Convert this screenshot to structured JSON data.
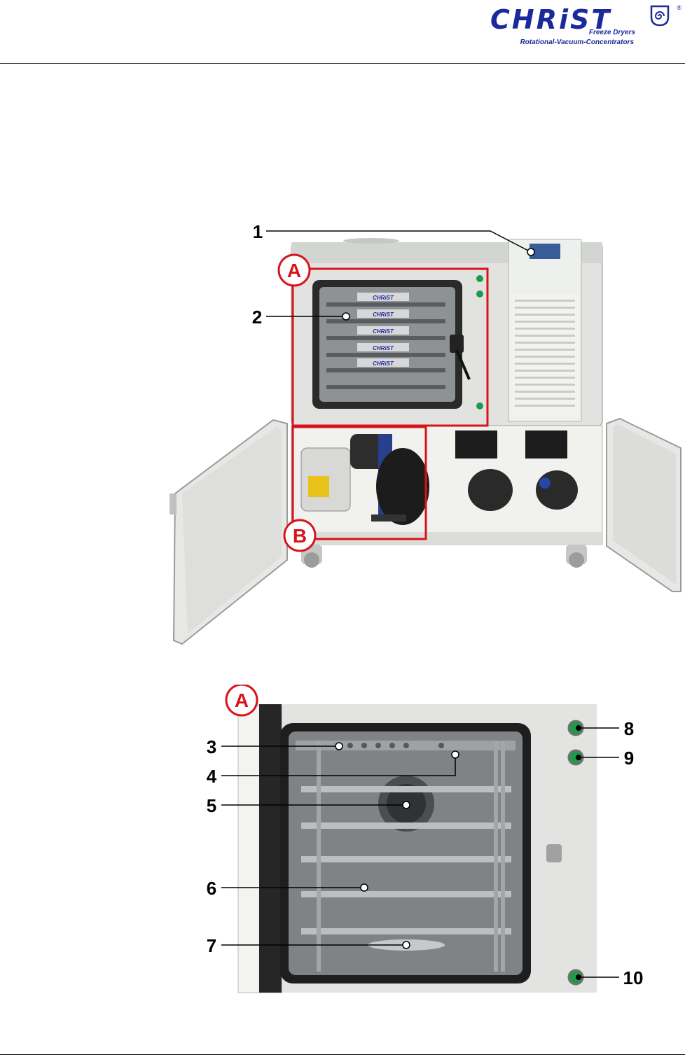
{
  "brand": {
    "name": "CHRiST",
    "tagline_1": "Freeze Dryers",
    "tagline_2": "Rotational-Vacuum-Concentrators",
    "registered": "®"
  },
  "figure_overview": {
    "callouts": [
      "1",
      "2"
    ],
    "section_labels": [
      "A",
      "B"
    ],
    "shelf_branding": "CHRiST"
  },
  "figure_chamber": {
    "section_label": "A",
    "callouts_left": [
      "3",
      "4",
      "5",
      "6",
      "7"
    ],
    "callouts_right": [
      "8",
      "9",
      "10"
    ]
  },
  "colors": {
    "brand_blue": "#1b2a9a",
    "highlight_red": "#d8141b",
    "indicator_green": "#1f9a4a"
  }
}
